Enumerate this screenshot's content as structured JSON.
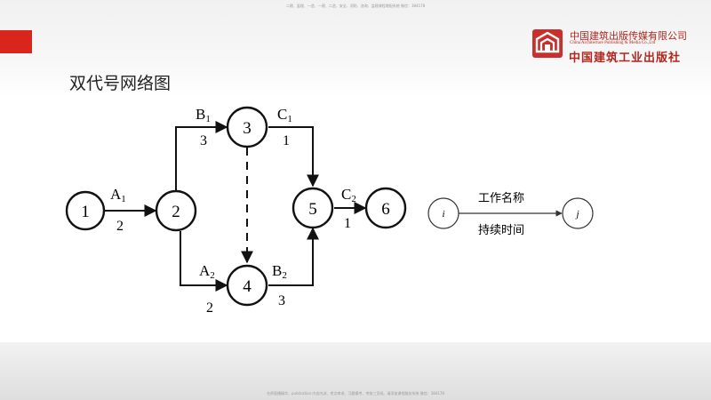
{
  "header": {
    "top_note": "二建、监理、一造、一建、二造、安全、消防、咨询、监理课程增配系统 微信：384178",
    "publisher_cn": "中国建筑出版传媒有限公司",
    "publisher_en": "China Architecture Publishing & Media Co.,Ltd",
    "publisher_brush": "中国建筑工业出版社"
  },
  "slide": {
    "title": "双代号网络图"
  },
  "diagram": {
    "nodes": [
      "1",
      "2",
      "3",
      "4",
      "5",
      "6"
    ],
    "activities": [
      {
        "name": "A",
        "sub": "1",
        "duration": "2"
      },
      {
        "name": "B",
        "sub": "1",
        "duration": "3"
      },
      {
        "name": "C",
        "sub": "1",
        "duration": "1"
      },
      {
        "name": "A",
        "sub": "2",
        "duration": "2"
      },
      {
        "name": "B",
        "sub": "2",
        "duration": "3"
      },
      {
        "name": "C",
        "sub": "2",
        "duration": "1"
      }
    ]
  },
  "legend": {
    "start_node": "i",
    "end_node": "j",
    "work_name": "工作名称",
    "duration": "持续时间"
  },
  "footer": {
    "note": "名师直播精华，publication 内含内训、考点串讲、习题模考、考前三页纸。请添加课程服务系统 微信：384178"
  }
}
